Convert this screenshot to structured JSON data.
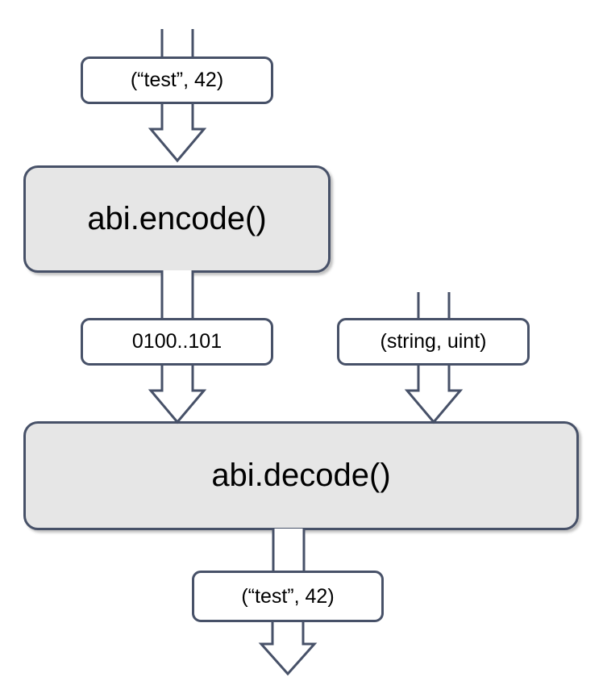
{
  "diagram": {
    "title": "ABI encode / decode flow",
    "colors": {
      "stroke": "#475168",
      "process_fill": "#e6e6e6",
      "label_fill": "#ffffff",
      "background": "#ffffff",
      "text": "#000000"
    },
    "nodes": [
      {
        "id": "input-tuple",
        "type": "label",
        "text": "(“test”, 42)"
      },
      {
        "id": "abi-encode",
        "type": "process",
        "text": "abi.encode()"
      },
      {
        "id": "encoded-bytes",
        "type": "label",
        "text": "0100..101"
      },
      {
        "id": "type-signature",
        "type": "label",
        "text": "(string, uint)"
      },
      {
        "id": "abi-decode",
        "type": "process",
        "text": "abi.decode()"
      },
      {
        "id": "output-tuple",
        "type": "label",
        "text": "(“test”, 42)"
      }
    ],
    "connectors": [
      {
        "id": "stem-into-input",
        "kind": "stem"
      },
      {
        "id": "arrow-input-to-encode",
        "kind": "arrow"
      },
      {
        "id": "stem-encode-to-bytes",
        "kind": "stem"
      },
      {
        "id": "arrow-bytes-to-decode",
        "kind": "arrow"
      },
      {
        "id": "stem-into-type-signature",
        "kind": "stem"
      },
      {
        "id": "arrow-types-to-decode",
        "kind": "arrow"
      },
      {
        "id": "stem-decode-to-output",
        "kind": "stem"
      },
      {
        "id": "arrow-output-out",
        "kind": "arrow"
      }
    ]
  }
}
